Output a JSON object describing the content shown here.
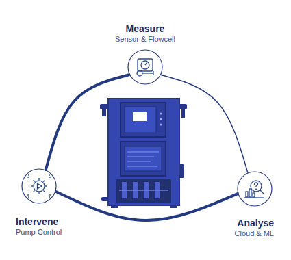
{
  "diagram": {
    "nodes": [
      {
        "text": [
          "Measure",
          "Sensor & Flowcell"
        ]
      },
      {
        "text": [
          "Intervene",
          "Pump Control"
        ]
      },
      {
        "text": [
          "Analyse",
          "Cloud & ML"
        ]
      }
    ],
    "edges": [
      {
        "from": 0,
        "to": 1,
        "arrow": "none"
      },
      {
        "from": 0,
        "to": 2,
        "arrow": "none"
      },
      {
        "from": 1,
        "to": 2,
        "arrow": "none"
      }
    ]
  }
}
